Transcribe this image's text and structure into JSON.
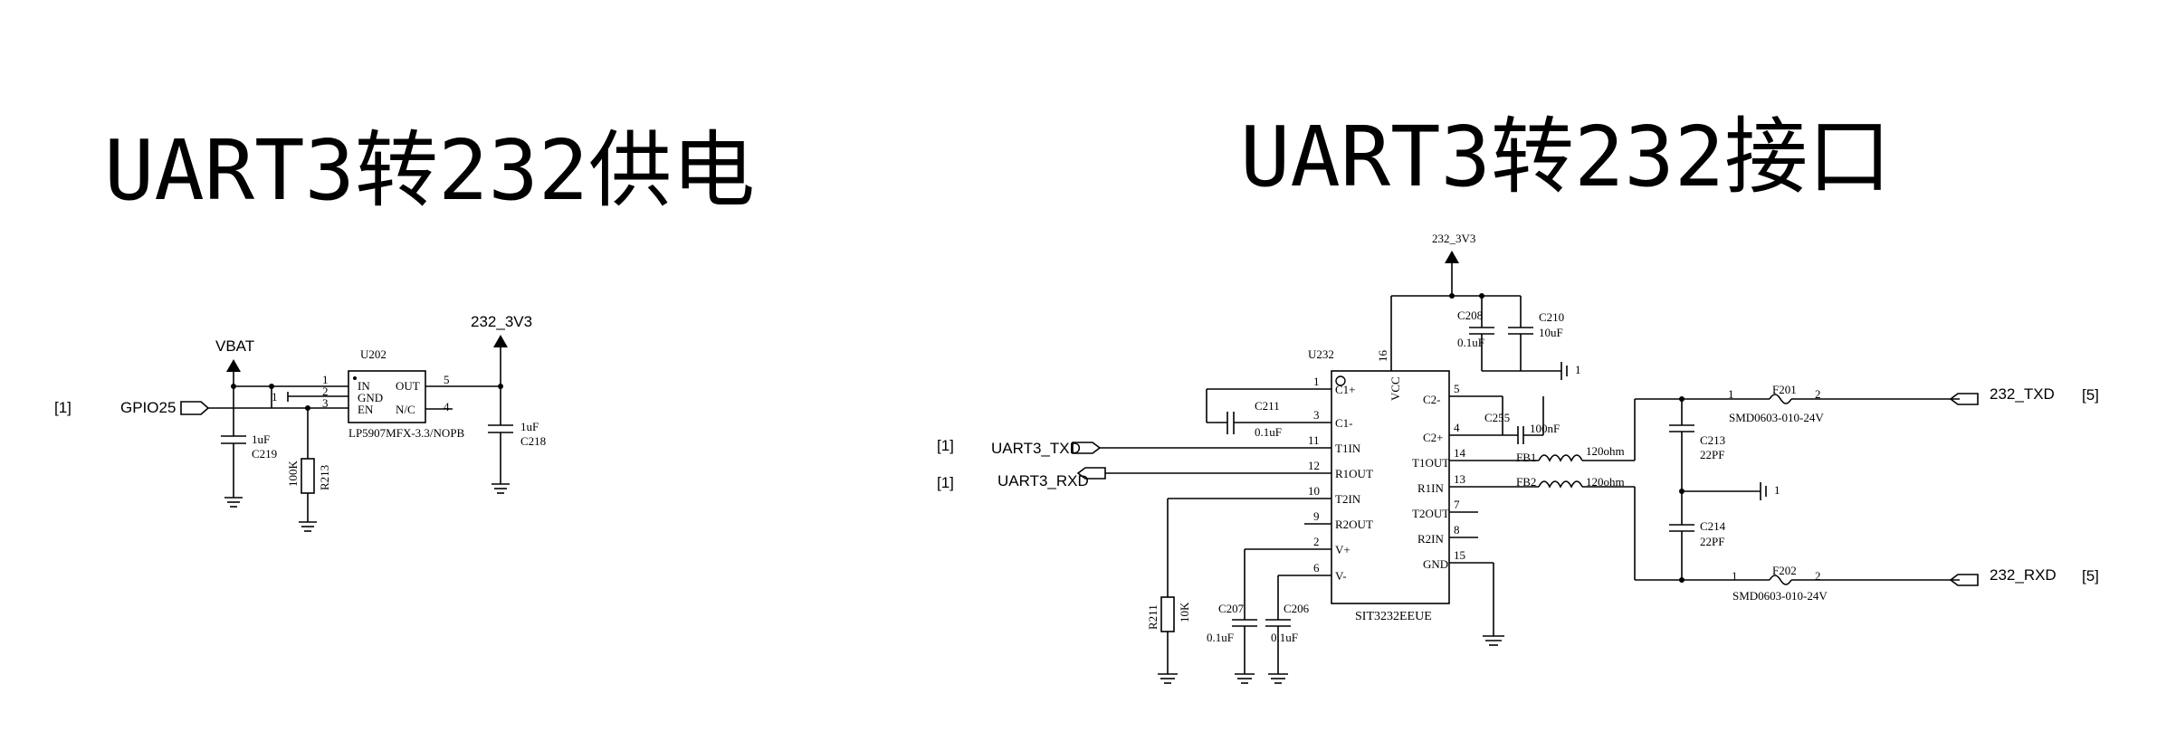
{
  "titles": {
    "power": "UART3转232供电",
    "interface": "UART3转232接口"
  },
  "power": {
    "vbat": "VBAT",
    "gpio_ref": "[1]",
    "gpio": "GPIO25",
    "u202_ref": "U202",
    "u202_part": "LP5907MFX-3.3/NOPB",
    "pin_names": [
      "IN",
      "GND",
      "EN",
      "OUT",
      "N/C"
    ],
    "pin_nums": [
      "1",
      "2",
      "3",
      "5",
      "4"
    ],
    "rail": "232_3V3",
    "c219_val": "1uF",
    "c219_ref": "C219",
    "c218_val": "1uF",
    "c218_ref": "C218",
    "r213_val": "100K",
    "r213_ref": "R213",
    "nc_mark": "1"
  },
  "interface": {
    "rail": "232_3V3",
    "u232_ref": "U232",
    "u232_part": "SIT3232EEUE",
    "vcc_pin": "16",
    "vcc_name": "VCC",
    "left_pins": [
      {
        "num": "1",
        "name": "C1+"
      },
      {
        "num": "3",
        "name": "C1-"
      },
      {
        "num": "11",
        "name": "T1IN"
      },
      {
        "num": "12",
        "name": "R1OUT"
      },
      {
        "num": "10",
        "name": "T2IN"
      },
      {
        "num": "9",
        "name": "R2OUT"
      },
      {
        "num": "2",
        "name": "V+"
      },
      {
        "num": "6",
        "name": "V-"
      }
    ],
    "right_pins": [
      {
        "num": "5",
        "name": "C2-"
      },
      {
        "num": "4",
        "name": "C2+"
      },
      {
        "num": "14",
        "name": "T1OUT"
      },
      {
        "num": "13",
        "name": "R1IN"
      },
      {
        "num": "7",
        "name": "T2OUT"
      },
      {
        "num": "8",
        "name": "R2IN"
      },
      {
        "num": "15",
        "name": "GND"
      }
    ],
    "c208_ref": "C208",
    "c208_val": "0.1uF",
    "c210_ref": "C210",
    "c210_val": "10uF",
    "c211_ref": "C211",
    "c211_val": "0.1uF",
    "c255_ref": "C255",
    "c255_val": "100nF",
    "c207_ref": "C207",
    "c207_val": "0.1uF",
    "c206_ref": "C206",
    "c206_val": "0.1uF",
    "r211_ref": "R211",
    "r211_val": "10K",
    "fb1_ref": "FB1",
    "fb1_val": "120ohm",
    "fb2_ref": "FB2",
    "fb2_val": "120ohm",
    "c213_ref": "C213",
    "c213_val": "22PF",
    "c214_ref": "C214",
    "c214_val": "22PF",
    "f201_ref": "F201",
    "f202_ref": "F202",
    "fuse_part": "SMD0603-010-24V",
    "fuse_pin1": "1",
    "fuse_pin2": "2",
    "uart_txd": "UART3_TXD",
    "uart_rxd": "UART3_RXD",
    "uart_ref": "[1]",
    "rs232_txd": "232_TXD",
    "rs232_rxd": "232_RXD",
    "rs232_ref": "[5]",
    "nc_mark": "1"
  }
}
